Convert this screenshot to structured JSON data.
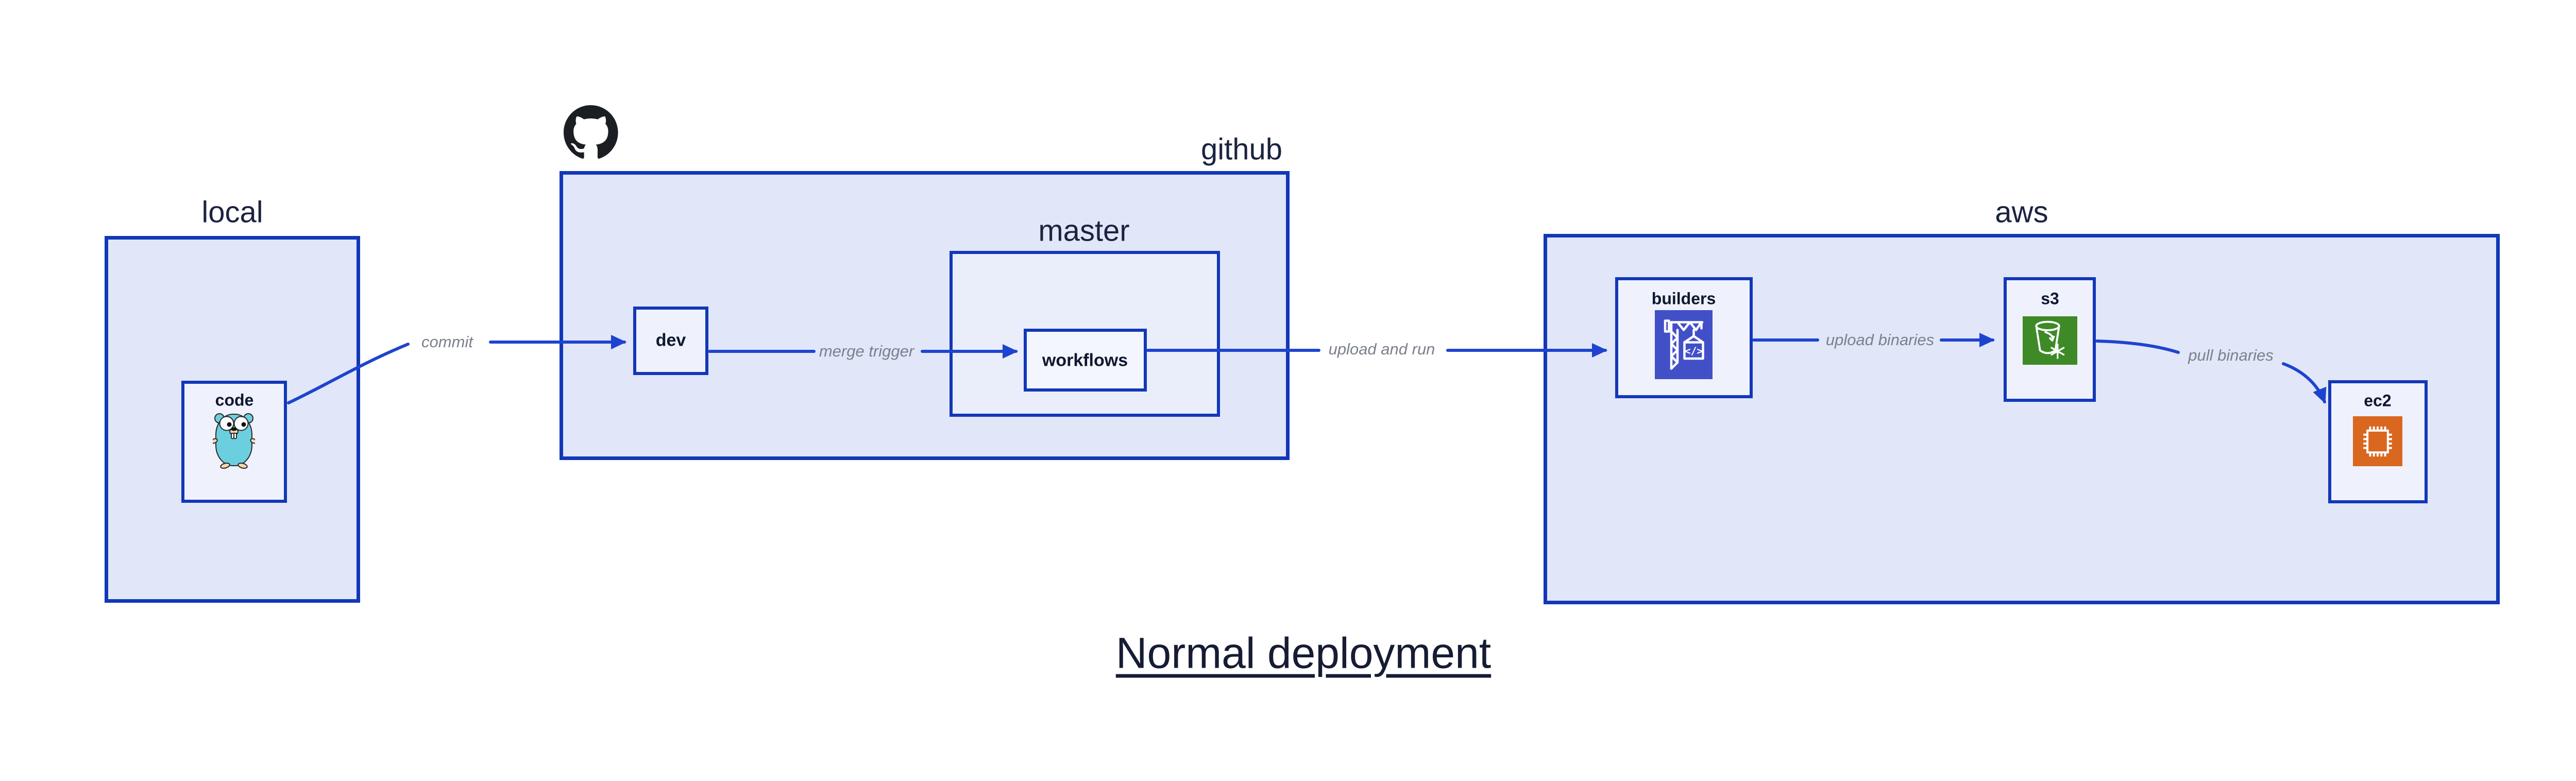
{
  "title": {
    "text": "Normal deployment"
  },
  "groups": {
    "local": {
      "label": "local"
    },
    "github": {
      "label": "github"
    },
    "master": {
      "label": "master"
    },
    "aws": {
      "label": "aws"
    }
  },
  "nodes": {
    "code": {
      "label": "code",
      "icon": "go-gopher-icon"
    },
    "dev": {
      "label": "dev"
    },
    "workflows": {
      "label": "workflows"
    },
    "builders": {
      "label": "builders",
      "icon": "codebuild-crane-icon"
    },
    "s3": {
      "label": "s3",
      "icon": "s3-bucket-snowflake-icon"
    },
    "ec2": {
      "label": "ec2",
      "icon": "ec2-chip-icon"
    }
  },
  "edges": {
    "commit": {
      "label": "commit"
    },
    "merge_trigger": {
      "label": "merge trigger"
    },
    "upload_and_run": {
      "label": "upload and run"
    },
    "upload_binaries": {
      "label": "upload binaries"
    },
    "pull_binaries": {
      "label": "pull binaries"
    }
  },
  "logos": {
    "github_mark": "github-octocat-logo"
  },
  "colors": {
    "container_fill": "#e1e6f9",
    "master_fill": "#eaeefb",
    "node_fill": "#eff2fc",
    "border_blue": "#1237b8",
    "arrow_blue": "#1e44cf",
    "heading_navy": "#1b2341",
    "edge_label_gray": "#7b808c",
    "codebuild_purple": "#4250c8",
    "s3_green": "#3d8a26",
    "ec2_orange": "#d9671f",
    "gopher_teal": "#6ccfe0",
    "github_black": "#1b1f23"
  }
}
